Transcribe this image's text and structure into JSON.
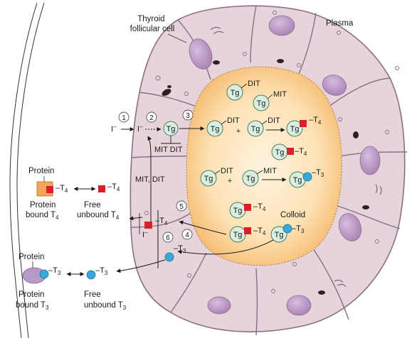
{
  "labels": {
    "thyroid_cell": [
      "Thyroid",
      "follicular cell"
    ],
    "plasma": "Plasma",
    "colloid": "Colloid",
    "protein_t4": "Protein",
    "protein_bound_t4": [
      "Protein",
      "bound T"
    ],
    "free_unbound_t4": [
      "Free",
      "unbound T"
    ],
    "protein_t3": "Protein",
    "protein_bound_t3": [
      "Protein",
      "bound T"
    ],
    "free_unbound_t3": [
      "Free",
      "unbound T"
    ],
    "mit_dit_cell": "MIT DIT",
    "mit_dit_recycle": "MIT, DIT",
    "iodide": "I",
    "t4": "T",
    "t3": "T",
    "sub4": "4",
    "sub3": "3",
    "tg": "Tg",
    "mit": "MIT",
    "dit": "DIT",
    "plus": "+",
    "minus": "–"
  },
  "steps": [
    "1",
    "2",
    "3",
    "4",
    "5",
    "6"
  ],
  "colors": {
    "cell_fill": "#e6d3dc",
    "cell_edge": "#8a6f80",
    "nucleus": "#c7a3c9",
    "colloid_center": "#fde7c0",
    "colloid_edge": "#f6c27c",
    "tg_fill": "#d9efe0",
    "tg_edge": "#4d7a5d",
    "t4_marker": "#d9202a",
    "t3_marker": "#3aa7d9",
    "protein_t4_box": "#f2a65a",
    "protein_t3_blob": "#b79ac9"
  }
}
